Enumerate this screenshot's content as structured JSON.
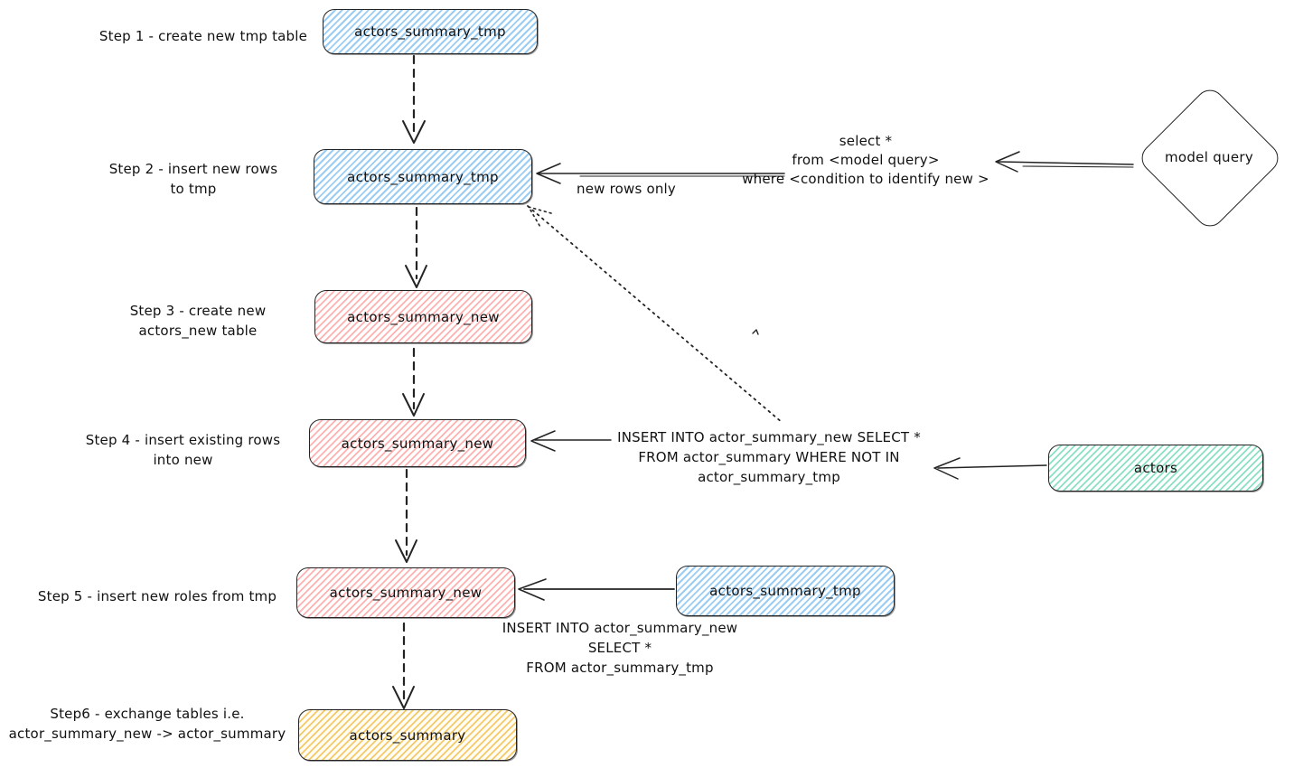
{
  "title": "table exchange flow diagram",
  "colors": {
    "stroke": "#232323",
    "blue_hatch": "#9bcdf4",
    "red_hatch": "#ffb1b1",
    "teal_hatch": "#8ae0c3",
    "yellow_hatch": "#f6c968",
    "background": "#ffffff"
  },
  "steps": [
    {
      "lines": [
        "Step 1 - create new tmp table"
      ]
    },
    {
      "lines": [
        "Step 2 - insert new rows",
        "to tmp"
      ]
    },
    {
      "lines": [
        "Step 3 - create new",
        "actors_new table"
      ]
    },
    {
      "lines": [
        "Step 4 - insert existing rows",
        "into new"
      ]
    },
    {
      "lines": [
        "Step 5 - insert new roles from tmp"
      ]
    },
    {
      "lines": [
        "Step6 - exchange tables i.e.",
        "actor_summary_new -> actor_summary"
      ]
    }
  ],
  "nodes": {
    "step1_box": "actors_summary_tmp",
    "step2_box": "actors_summary_tmp",
    "step3_box": "actors_summary_new",
    "step4_box": "actors_summary_new",
    "step5_box": "actors_summary_new",
    "step5_source_box": "actors_summary_tmp",
    "actors_box": "actors",
    "final_box": "actors_summary",
    "model_query": "model query"
  },
  "annotations": {
    "new_rows_only": "new rows only",
    "select_query": [
      "select *",
      "from <model query>",
      "where <condition to identify new >"
    ],
    "insert_existing": [
      "INSERT INTO actor_summary_new SELECT *",
      "FROM actor_summary WHERE NOT IN",
      "actor_summary_tmp"
    ],
    "insert_from_tmp": [
      "INSERT INTO actor_summary_new",
      "SELECT *",
      "FROM actor_summary_tmp"
    ]
  }
}
